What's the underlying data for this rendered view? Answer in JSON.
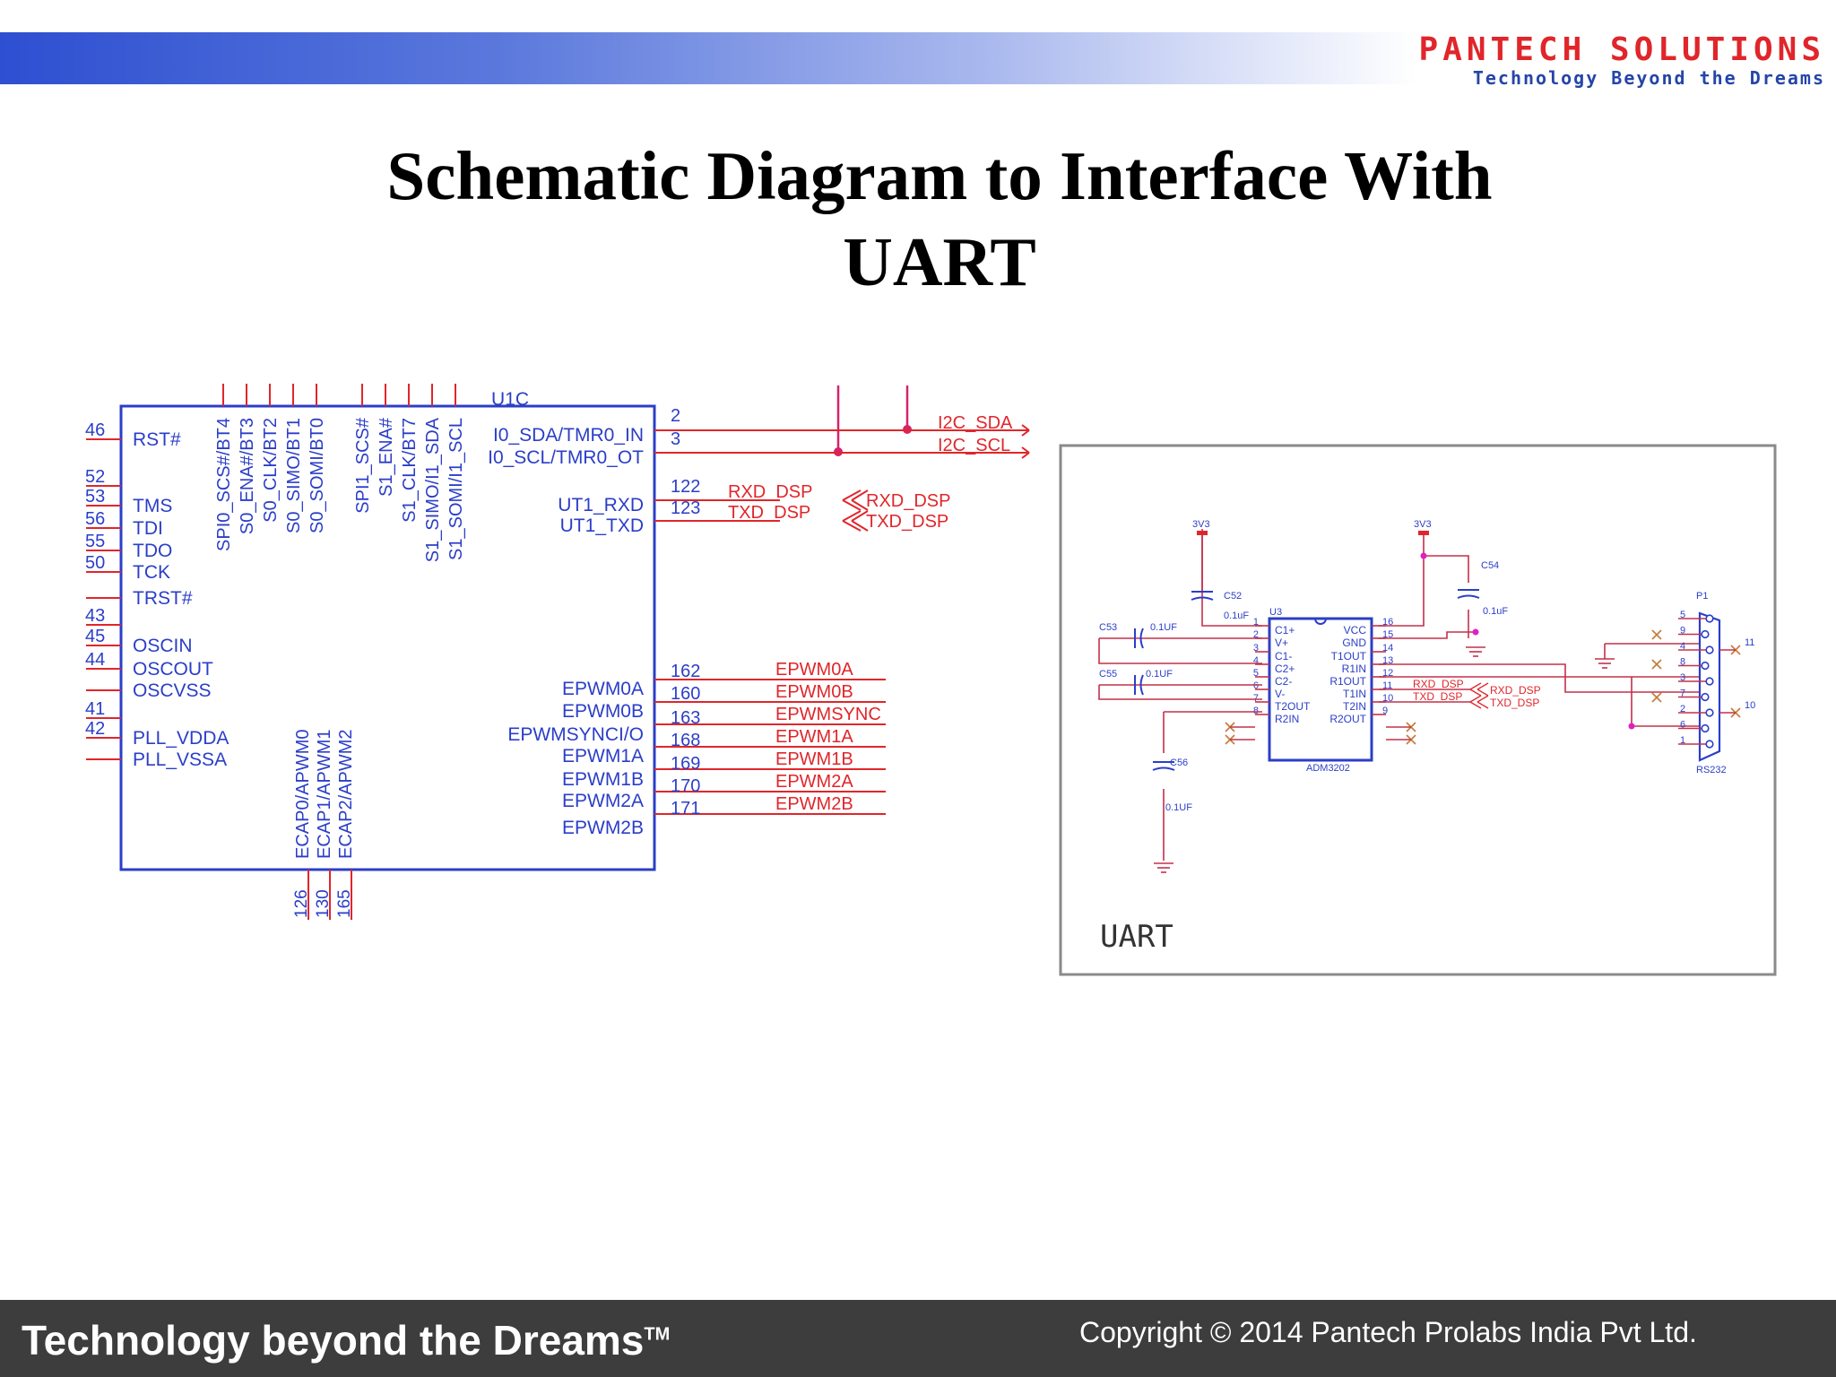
{
  "header": {
    "brand": "PANTECH SOLUTIONS",
    "tagline": "Technology Beyond the Dreams"
  },
  "title": {
    "line1": "Schematic Diagram to Interface With",
    "line2": "UART"
  },
  "mcu": {
    "ref": "U1C",
    "left_pins": [
      {
        "num": "46",
        "name": "RST#"
      },
      {
        "num": "52",
        "name": ""
      },
      {
        "num": "53",
        "name": "TMS"
      },
      {
        "num": "56",
        "name": "TDI"
      },
      {
        "num": "55",
        "name": "TDO"
      },
      {
        "num": "50",
        "name": "TCK"
      },
      {
        "num": "",
        "name": "TRST#"
      },
      {
        "num": "43",
        "name": ""
      },
      {
        "num": "45",
        "name": "OSCIN"
      },
      {
        "num": "44",
        "name": "OSCOUT"
      },
      {
        "num": "",
        "name": "OSCVSS"
      },
      {
        "num": "41",
        "name": ""
      },
      {
        "num": "42",
        "name": "PLL_VDDA"
      },
      {
        "num": "",
        "name": "PLL_VSSA"
      }
    ],
    "top_pins": [
      "SPI0_SCS#/BT4",
      "S0_ENA#/BT3",
      "S0_CLK/BT2",
      "S0_SIMO/BT1",
      "S0_SOMI/BT0",
      "SPI1_SCS#",
      "S1_ENA#",
      "S1_CLK/BT7",
      "S1_SIMO/I1_SDA",
      "S1_SOMI/I1_SCL"
    ],
    "bottom_pins": [
      {
        "name": "ECAP0/APWM0",
        "num": "126"
      },
      {
        "name": "ECAP1/APWM1",
        "num": "130"
      },
      {
        "name": "ECAP2/APWM2",
        "num": "165"
      }
    ],
    "right_pins": [
      {
        "name": "I0_SDA/TMR0_IN",
        "num": "2",
        "net": "I2C_SDA"
      },
      {
        "name": "I0_SCL/TMR0_OT",
        "num": "3",
        "net": "I2C_SCL"
      },
      {
        "name": "UT1_RXD",
        "num": "122",
        "net": "RXD_DSP"
      },
      {
        "name": "UT1_TXD",
        "num": "123",
        "net": "TXD_DSP"
      },
      {
        "name": "EPWM0A",
        "num": "162",
        "net": "EPWM0A"
      },
      {
        "name": "EPWM0B",
        "num": "160",
        "net": "EPWM0B"
      },
      {
        "name": "EPWMSYNCI/O",
        "num": "163",
        "net": "EPWMSYNC"
      },
      {
        "name": "EPWM1A",
        "num": "168",
        "net": "EPWM1A"
      },
      {
        "name": "EPWM1B",
        "num": "169",
        "net": "EPWM1B"
      },
      {
        "name": "EPWM2A",
        "num": "170",
        "net": "EPWM2A"
      },
      {
        "name": "EPWM2B",
        "num": "171",
        "net": "EPWM2B"
      }
    ],
    "offpage": [
      "RXD_DSP",
      "TXD_DSP"
    ]
  },
  "uart": {
    "caption": "UART",
    "chip_ref": "U3",
    "chip_part": "ADM3202",
    "power_label": "3V3",
    "left_pins": [
      {
        "num": "1",
        "name": "C1+"
      },
      {
        "num": "2",
        "name": "V+"
      },
      {
        "num": "3",
        "name": "C1-"
      },
      {
        "num": "4",
        "name": "C2+"
      },
      {
        "num": "5",
        "name": "C2-"
      },
      {
        "num": "6",
        "name": "V-"
      },
      {
        "num": "7",
        "name": "T2OUT"
      },
      {
        "num": "8",
        "name": "R2IN"
      }
    ],
    "right_pins": [
      {
        "num": "16",
        "name": "VCC"
      },
      {
        "num": "15",
        "name": "GND"
      },
      {
        "num": "14",
        "name": "T1OUT"
      },
      {
        "num": "13",
        "name": "R1IN"
      },
      {
        "num": "12",
        "name": "R1OUT"
      },
      {
        "num": "11",
        "name": "T1IN"
      },
      {
        "num": "10",
        "name": "T2IN"
      },
      {
        "num": "9",
        "name": "R2OUT"
      }
    ],
    "caps": [
      {
        "ref": "C53",
        "value": "0.1UF"
      },
      {
        "ref": "C55",
        "value": "0.1UF"
      },
      {
        "ref": "C52",
        "value": "0.1uF"
      },
      {
        "ref": "C54",
        "value": "0.1uF"
      },
      {
        "ref": "C56",
        "value": "0.1UF"
      }
    ],
    "nets": [
      "RXD_DSP",
      "TXD_DSP"
    ],
    "connector": {
      "ref": "P1",
      "part": "RS232",
      "pins": [
        "5",
        "9",
        "4",
        "8",
        "3",
        "7",
        "2",
        "6",
        "1"
      ],
      "shell": [
        "11",
        "10"
      ]
    }
  },
  "footer": {
    "tagline": "Technology beyond the Dreams",
    "tm": "TM",
    "copyright": "Copyright © 2014 Pantech Prolabs India Pvt Ltd."
  }
}
